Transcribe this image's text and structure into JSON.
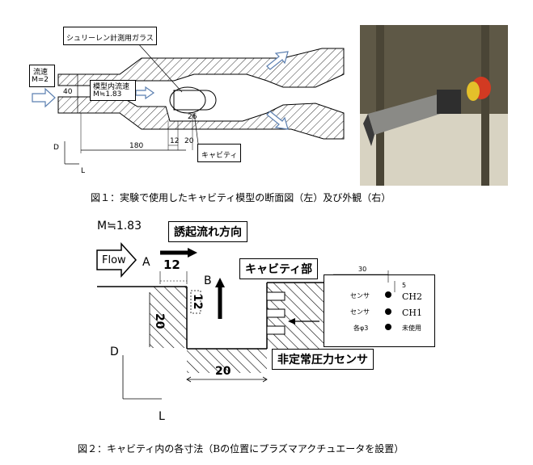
{
  "figure1": {
    "glass_label": "シュリーレン計測用ガラス",
    "inflow_label_line1": "流速",
    "inflow_label_line2": "M=2",
    "inner_flow_line1": "模型内流速",
    "inner_flow_line2": "M≒1.83",
    "dim_40": "40",
    "dim_26": "26",
    "dim_12": "12",
    "dim_20": "20",
    "dim_180": "180",
    "cavity_label": "キャビティ",
    "axis_d": "D",
    "axis_l": "L",
    "caption": "図１：実験で使用したキャビティ模型の断面図（左）及び外観（右）"
  },
  "figure2": {
    "mach_label": "M≒1.83",
    "induced_flow_label": "誘起流れ方向",
    "flow_label": "Flow",
    "point_a": "A",
    "point_b": "B",
    "dim_12_horizontal": "12",
    "dim_12_vertical": "12",
    "dim_20_vertical": "20",
    "dim_20_horizontal": "20",
    "cavity_part_label": "キャビティ部",
    "sensor_label": "非定常圧力センサ",
    "inset": {
      "dim_30": "30",
      "dim_5": "5",
      "sensor1": "センサ",
      "sensor2": "センサ",
      "hole_label": "各φ3",
      "ch2": "CH2",
      "ch1": "CH1",
      "unused": "未使用"
    },
    "axis_d": "D",
    "axis_l": "L",
    "caption": "図２：キャビティ内の各寸法（Bの位置にプラズマアクチュエータを設置）"
  },
  "colors": {
    "arrow_fill": "#ffffff",
    "arrow_stroke": "#5b7fb0",
    "hatch": "#000000"
  }
}
